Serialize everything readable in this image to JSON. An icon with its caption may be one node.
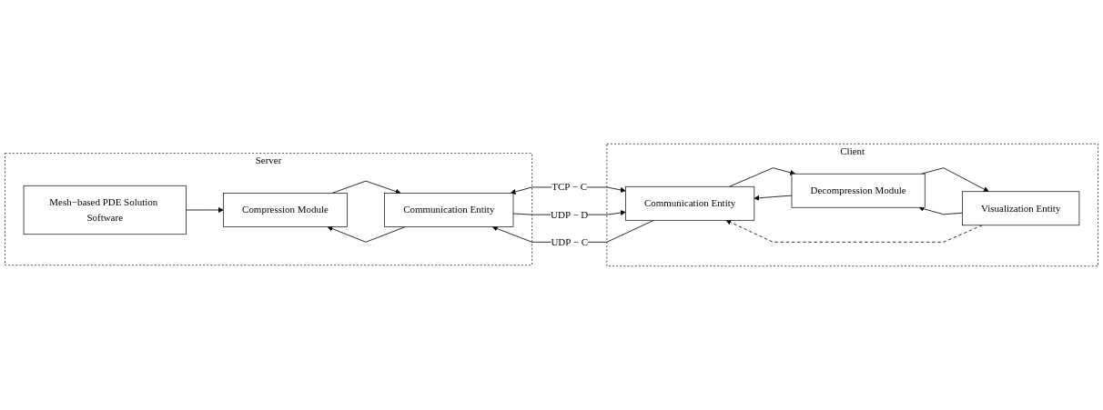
{
  "diagram": {
    "nodes": [
      {
        "text": [
          "Server"
        ]
      },
      {
        "text": [
          "Mesh−based PDE Solution Software"
        ],
        "in": 0
      },
      {
        "text": [
          "Compression Module"
        ],
        "in": 0
      },
      {
        "text": [
          "Communication Entity"
        ],
        "in": 0
      },
      {
        "text": [
          "Client"
        ]
      },
      {
        "text": [
          "Decompression Module"
        ],
        "in": 4
      },
      {
        "text": [
          "Communication Entity"
        ],
        "in": 4
      },
      {
        "text": [
          "Visualization Entity"
        ],
        "in": 4
      }
    ],
    "edges": [
      {
        "from": 1,
        "to": 2,
        "arrow": "to"
      },
      {
        "from": 2,
        "to": 3,
        "arrow": "to"
      },
      {
        "from": 3,
        "to": 2,
        "arrow": "to"
      },
      {
        "from": 3,
        "to": 6,
        "arrow": "both",
        "label": "TCP − C"
      },
      {
        "from": 3,
        "to": 6,
        "arrow": "to",
        "label": "UDP − D"
      },
      {
        "from": 6,
        "to": 3,
        "arrow": "to",
        "label": "UDP − C"
      },
      {
        "from": 5,
        "to": 6,
        "arrow": "to"
      },
      {
        "from": 6,
        "to": 5,
        "arrow": "to"
      },
      {
        "from": 5,
        "to": 7,
        "arrow": "to"
      },
      {
        "from": 7,
        "to": 5,
        "arrow": "to"
      },
      {
        "from": 7,
        "to": 6,
        "arrow": "to",
        "style": "dashed"
      }
    ]
  }
}
